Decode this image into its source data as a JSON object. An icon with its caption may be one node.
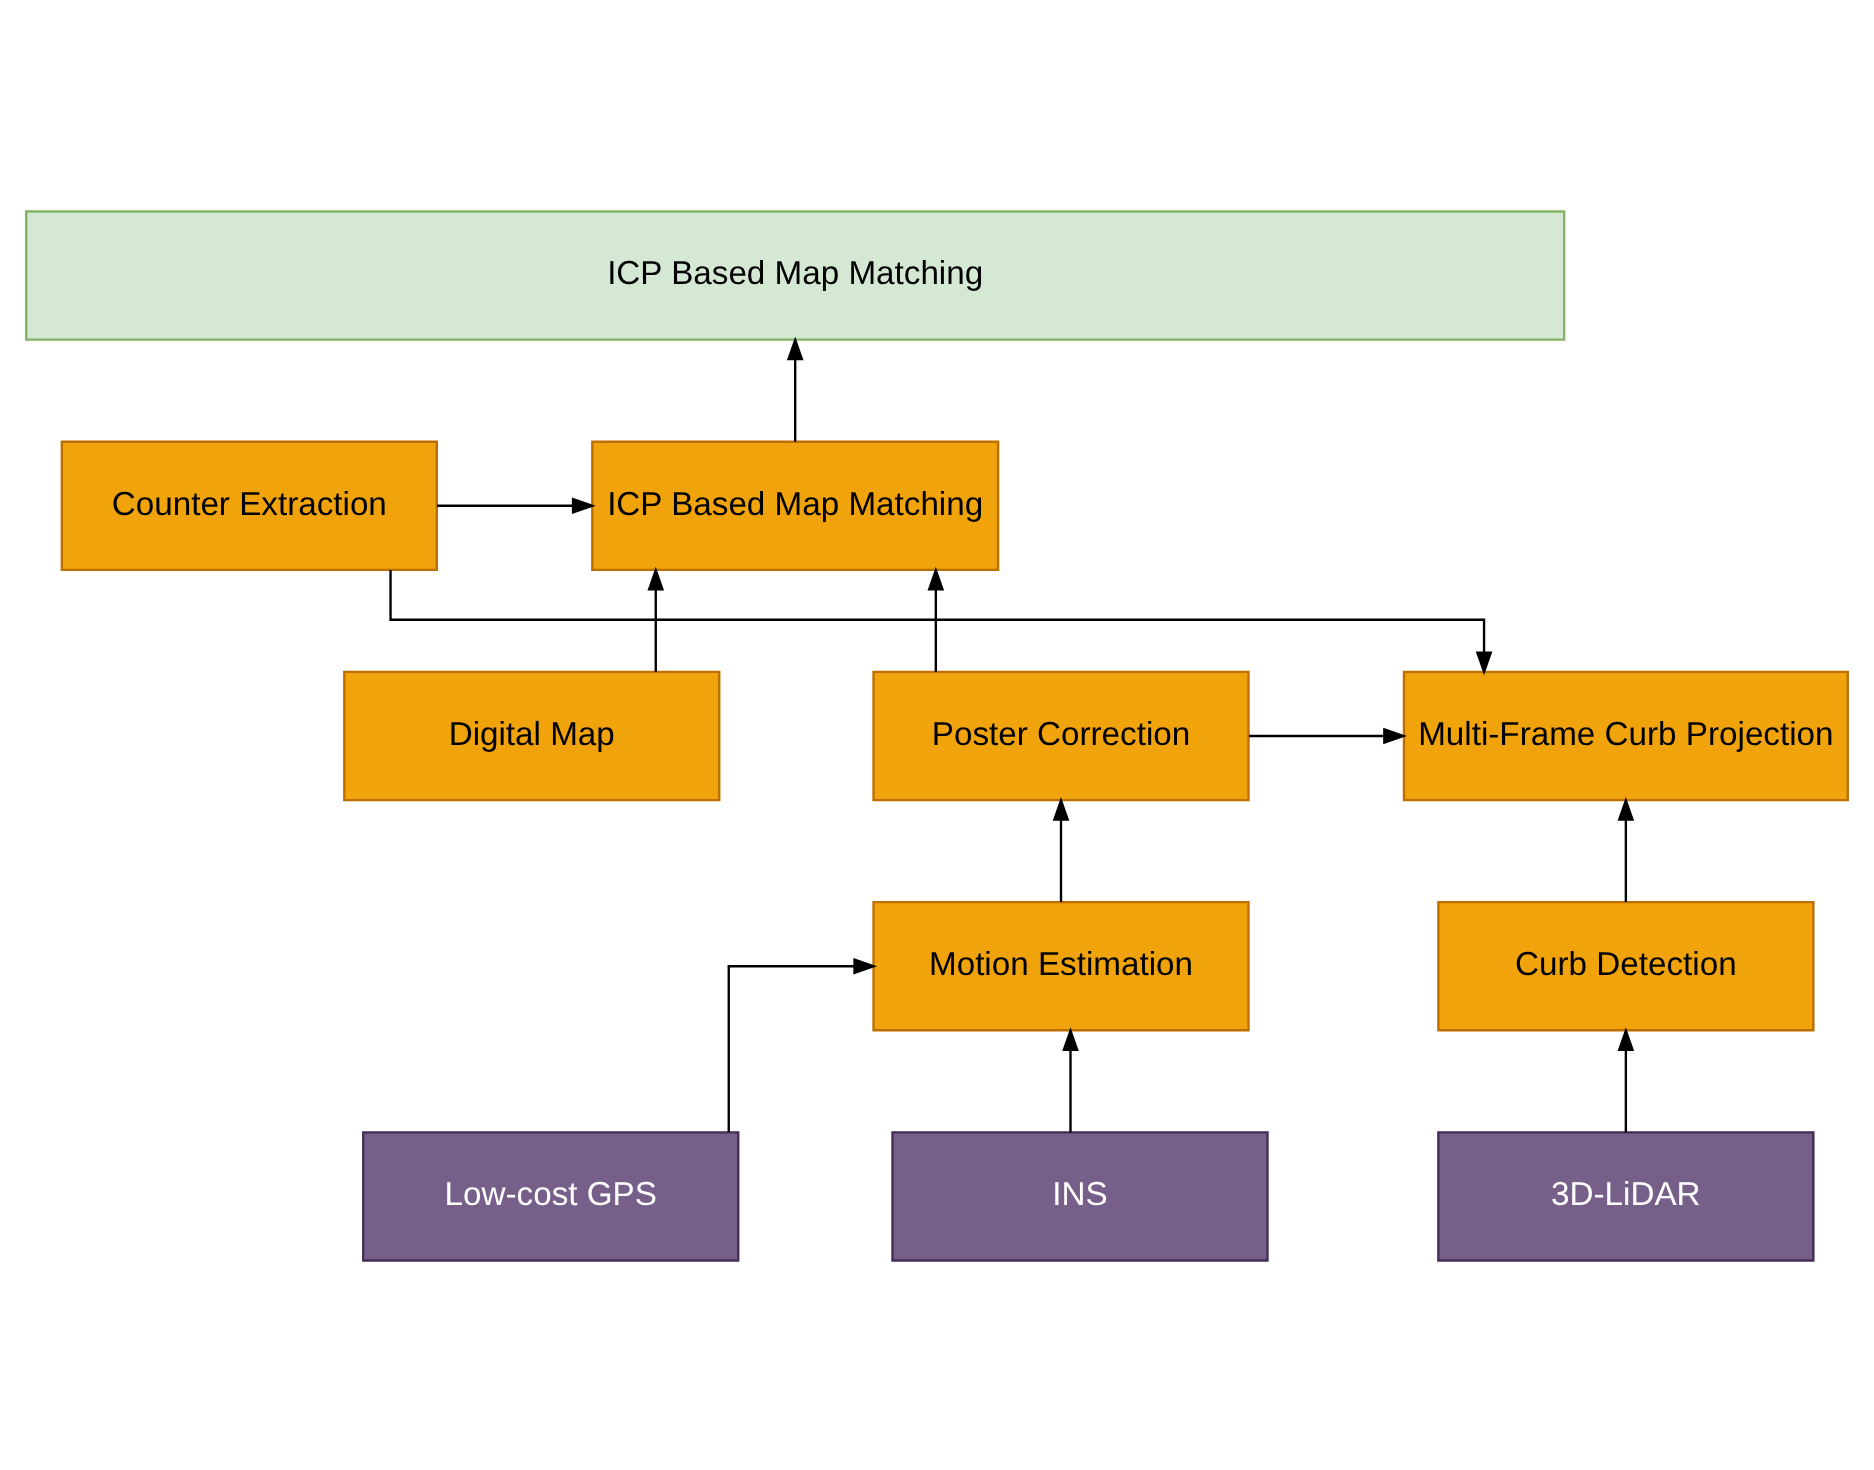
{
  "diagram": {
    "nodes": [
      {
        "text": [
          "ICP Based Map Matching"
        ]
      },
      {
        "text": [
          "ICP Based Map Matching"
        ]
      },
      {
        "text": [
          "Counter Extraction"
        ]
      },
      {
        "text": [
          "Digital Map"
        ]
      },
      {
        "text": [
          "Poster Correction"
        ]
      },
      {
        "text": [
          "Multi-Frame Curb Projection"
        ]
      },
      {
        "text": [
          "Motion Estimation"
        ]
      },
      {
        "text": [
          "Curb Detection"
        ]
      },
      {
        "text": [
          "Low-cost GPS"
        ]
      },
      {
        "text": [
          "INS"
        ]
      },
      {
        "text": [
          "3D-LiDAR"
        ]
      }
    ],
    "edges": [
      {
        "from": 1,
        "to": 0,
        "arrow": "to"
      },
      {
        "from": 2,
        "to": 1,
        "arrow": "to"
      },
      {
        "from": 3,
        "to": 1,
        "arrow": "to"
      },
      {
        "from": 4,
        "to": 1,
        "arrow": "to"
      },
      {
        "from": 4,
        "to": 5,
        "arrow": "to"
      },
      {
        "from": 2,
        "to": 5,
        "arrow": "to"
      },
      {
        "from": 7,
        "to": 5,
        "arrow": "to"
      },
      {
        "from": 6,
        "to": 4,
        "arrow": "to"
      },
      {
        "from": 8,
        "to": 6,
        "arrow": "to"
      },
      {
        "from": 9,
        "to": 6,
        "arrow": "to"
      },
      {
        "from": 10,
        "to": 7,
        "arrow": "to"
      }
    ]
  }
}
